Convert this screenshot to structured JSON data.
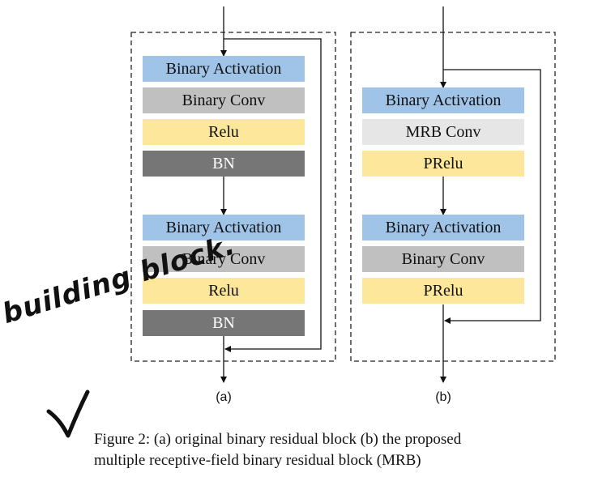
{
  "colors": {
    "activation": "#9fc4e7",
    "conv": "#c0c0c0",
    "mrb_conv": "#e6e6e6",
    "relu": "#fde79b",
    "bn": "#767676"
  },
  "diagram_a": {
    "label": "(a)",
    "blocks": [
      {
        "text": "Binary Activation",
        "kind": "activation"
      },
      {
        "text": "Binary Conv",
        "kind": "conv"
      },
      {
        "text": "Relu",
        "kind": "relu"
      },
      {
        "text": "BN",
        "kind": "bn"
      },
      {
        "text": "Binary Activation",
        "kind": "activation"
      },
      {
        "text": "Binary Conv",
        "kind": "conv"
      },
      {
        "text": "Relu",
        "kind": "relu"
      },
      {
        "text": "BN",
        "kind": "bn"
      }
    ]
  },
  "diagram_b": {
    "label": "(b)",
    "blocks": [
      {
        "text": "Binary Activation",
        "kind": "activation"
      },
      {
        "text": "MRB Conv",
        "kind": "mrb_conv"
      },
      {
        "text": "PRelu",
        "kind": "relu"
      },
      {
        "text": "Binary Activation",
        "kind": "activation"
      },
      {
        "text": "Binary Conv",
        "kind": "conv"
      },
      {
        "text": "PRelu",
        "kind": "relu"
      }
    ]
  },
  "caption": {
    "line1": "Figure 2: (a) original binary residual block (b) the proposed",
    "line2": "multiple receptive-field binary residual block (MRB)"
  },
  "annotation": {
    "text": "building block."
  }
}
